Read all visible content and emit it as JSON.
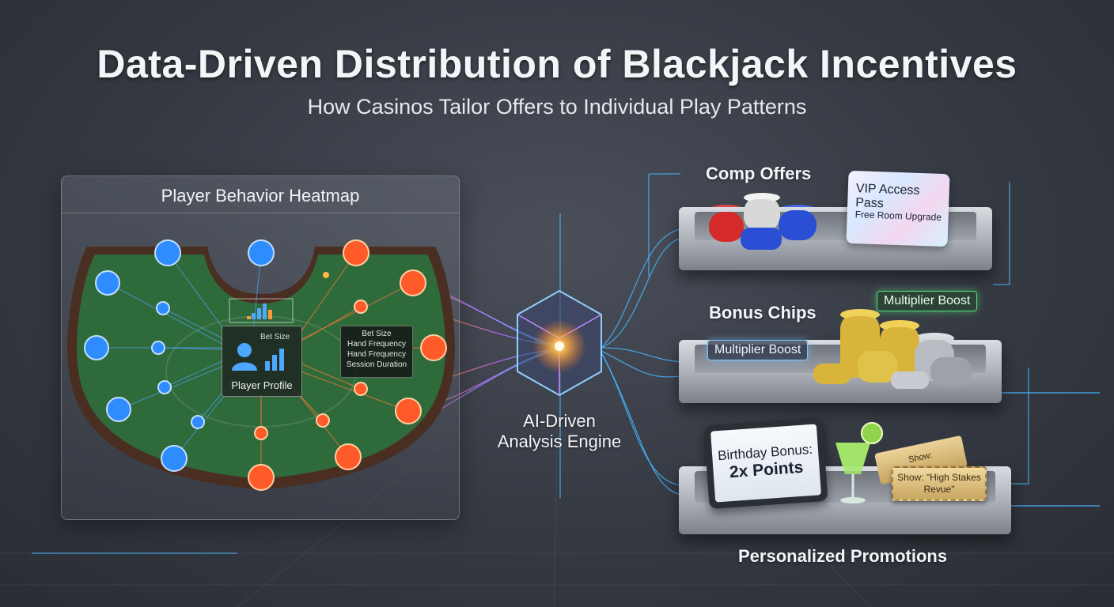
{
  "header": {
    "title": "Data-Driven Distribution of Blackjack Incentives",
    "subtitle": "How Casinos Tailor Offers to Individual Play Patterns"
  },
  "heatmap": {
    "title": "Player Behavior Heatmap",
    "profile_label": "Player Profile",
    "profile_metric": "Bet Size",
    "metrics": [
      "Bet Size",
      "Hand Frequency",
      "Hand Frequency",
      "Session Duration"
    ]
  },
  "engine": {
    "line1": "AI-Driven",
    "line2": "Analysis Engine"
  },
  "comp_offers": {
    "label": "Comp Offers",
    "card_title": "VIP Access Pass",
    "card_subtitle": "Free Room Upgrade"
  },
  "bonus_chips": {
    "label": "Bonus Chips",
    "badge_top": "Multiplier Boost",
    "badge_left": "Multiplier Boost"
  },
  "promotions": {
    "label": "Personalized Promotions",
    "tablet_line1": "Birthday Bonus:",
    "tablet_line2": "2x Points",
    "ticket_back": "Show:",
    "ticket_front_line1": "Show: \"High Stakes",
    "ticket_front_line2": "Revue\""
  },
  "colors": {
    "cold": "#2f8cff",
    "hot": "#ff5a2a",
    "felt": "#2f6a3a",
    "accent_green": "#55e07a",
    "accent_blue": "#7fc6ff"
  }
}
